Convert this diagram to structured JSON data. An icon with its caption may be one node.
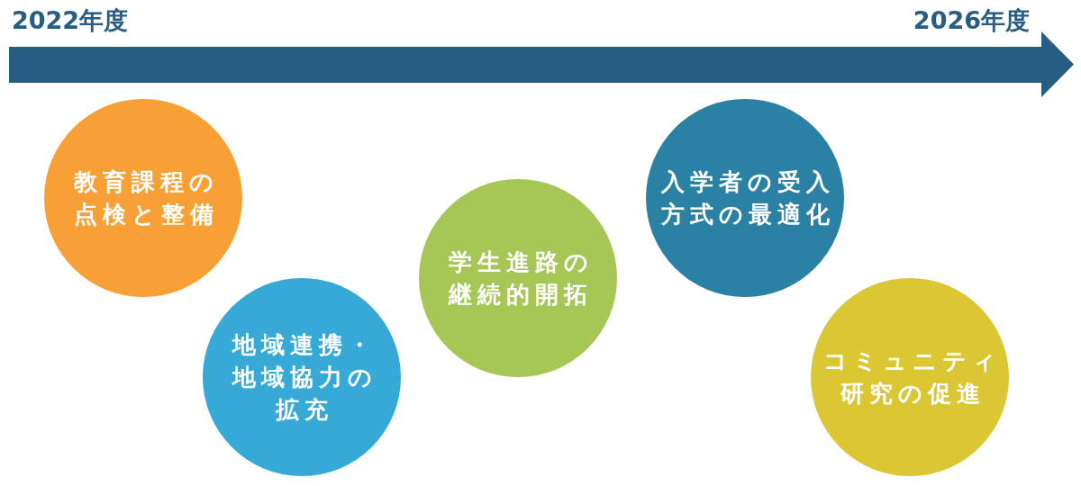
{
  "diagram": {
    "nodes": [
      {
        "text": [
          "教育課程の点検と整備"
        ]
      },
      {
        "text": [
          "地域連携・地域協力の拡充"
        ]
      },
      {
        "text": [
          "学生進路の継続的開拓"
        ]
      },
      {
        "text": [
          "入学者の受入方式の最適化"
        ]
      },
      {
        "text": [
          "コミュニティ研究の促進"
        ]
      }
    ],
    "labels": [
      "2022年度",
      "2026年度"
    ]
  }
}
